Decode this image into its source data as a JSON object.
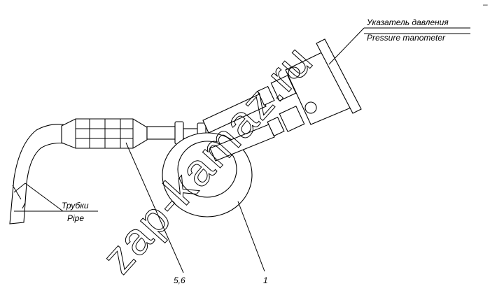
{
  "labels": {
    "gauge_ru": "Указатель давления",
    "gauge_en": "Pressure manometer",
    "pipe_ru": "Трубки",
    "pipe_en": "Pipe",
    "callout_filter": "5,6",
    "callout_ring": "1"
  },
  "watermark": "zap-kamaz.ru",
  "corner_mark": "–"
}
